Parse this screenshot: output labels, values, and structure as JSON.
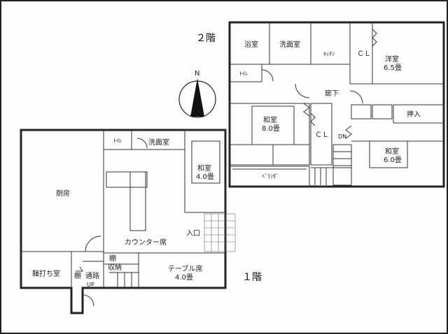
{
  "floors": {
    "second": "２階",
    "first": "１階"
  },
  "compass": {
    "north": "N"
  },
  "rooms2f": {
    "bath": "浴室",
    "washroom": "洗面室",
    "kitchen": "ｷｯﾁﾝ",
    "closet1": "ＣＬ",
    "western_name": "洋室",
    "western_size": "6.5畳",
    "toilet": "ﾄｲﾚ",
    "hallway": "廊下",
    "washitsu1_name": "和室",
    "washitsu1_size": "8.0畳",
    "closet2": "ＣＬ",
    "dn": "DN",
    "oshiire": "押入",
    "washitsu2_name": "和室",
    "washitsu2_size": "6.0畳",
    "veranda": "ﾍﾞﾗﾝﾀﾞ"
  },
  "rooms1f": {
    "kitchen": "厨房",
    "toilet": "ﾄｲﾚ",
    "washroom": "洗面室",
    "washitsu_name": "和室",
    "washitsu_size": "4.0畳",
    "entrance": "入口",
    "counter": "カウンター席",
    "noodle": "麺打ち室",
    "shelf1": "棚",
    "storage": "収納",
    "shelf2": "棚",
    "passage": "通路",
    "up": "UP",
    "table_name": "テーブル席",
    "table_size": "4.0畳"
  }
}
